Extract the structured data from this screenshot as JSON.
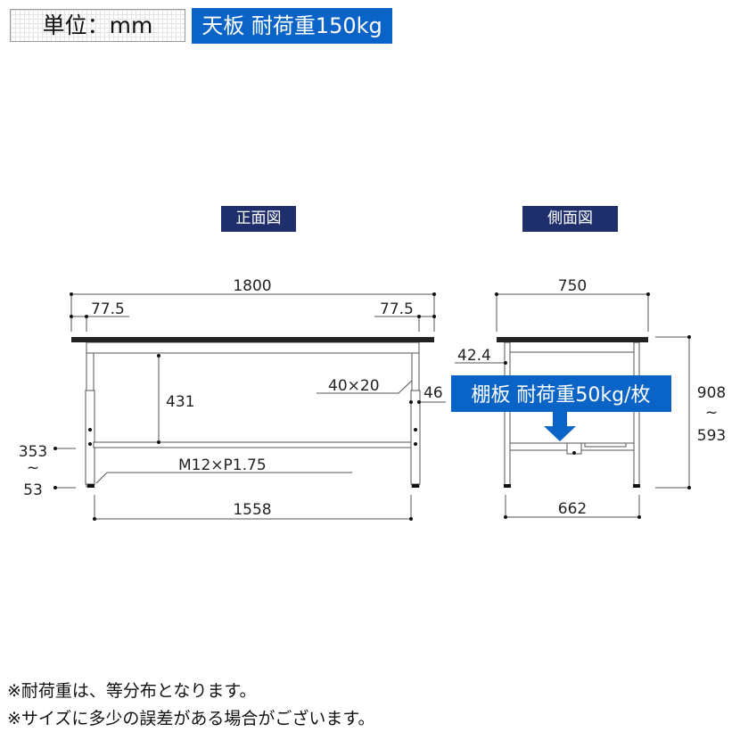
{
  "header": {
    "unit_label": "単位：mm",
    "tabletop_load": "天板 耐荷重150kg"
  },
  "front_view": {
    "title": "正面図",
    "dims": {
      "width": "1800",
      "offset_left": "77.5",
      "offset_right": "77.5",
      "apron_to_shelf": "431",
      "leg_section": "40×20",
      "leg_width": "46",
      "adjuster": "M12×P1.75",
      "leg_span": "1558",
      "shelf_height_max": "353",
      "shelf_height_sep": "~",
      "shelf_height_min": "53"
    }
  },
  "side_view": {
    "title": "側面図",
    "dims": {
      "depth": "750",
      "apron": "42.4",
      "leg_span": "662",
      "height_max": "908",
      "height_sep": "~",
      "height_min": "593"
    },
    "shelf_load": "棚板 耐荷重50kg/枚"
  },
  "notes": [
    "※耐荷重は、等分布となります。",
    "※サイズに多少の誤差がある場合がございます。"
  ],
  "colors": {
    "accent_blue": "#0a64c8",
    "title_navy": "#1e2f6b"
  }
}
